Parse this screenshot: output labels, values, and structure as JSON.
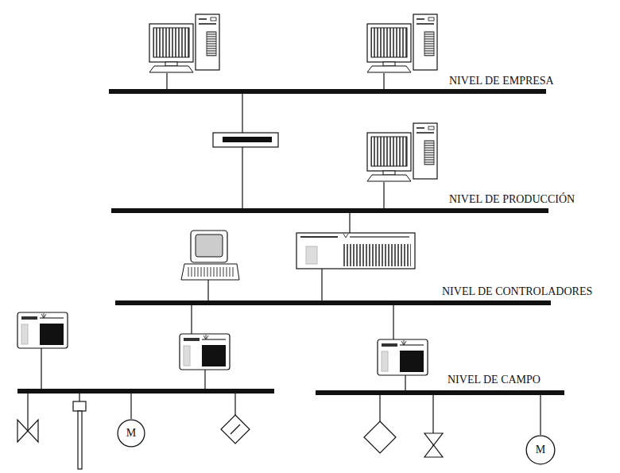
{
  "diagram": {
    "nodes": [
      {
        "text": [
          "M"
        ]
      },
      {
        "text": [
          "M"
        ]
      }
    ],
    "labels": [
      "NIVEL DE EMPRESA",
      "NIVEL DE PRODUCCIÓN",
      "NIVEL DE CONTROLADORES",
      "NIVEL DE CAMPO"
    ]
  }
}
